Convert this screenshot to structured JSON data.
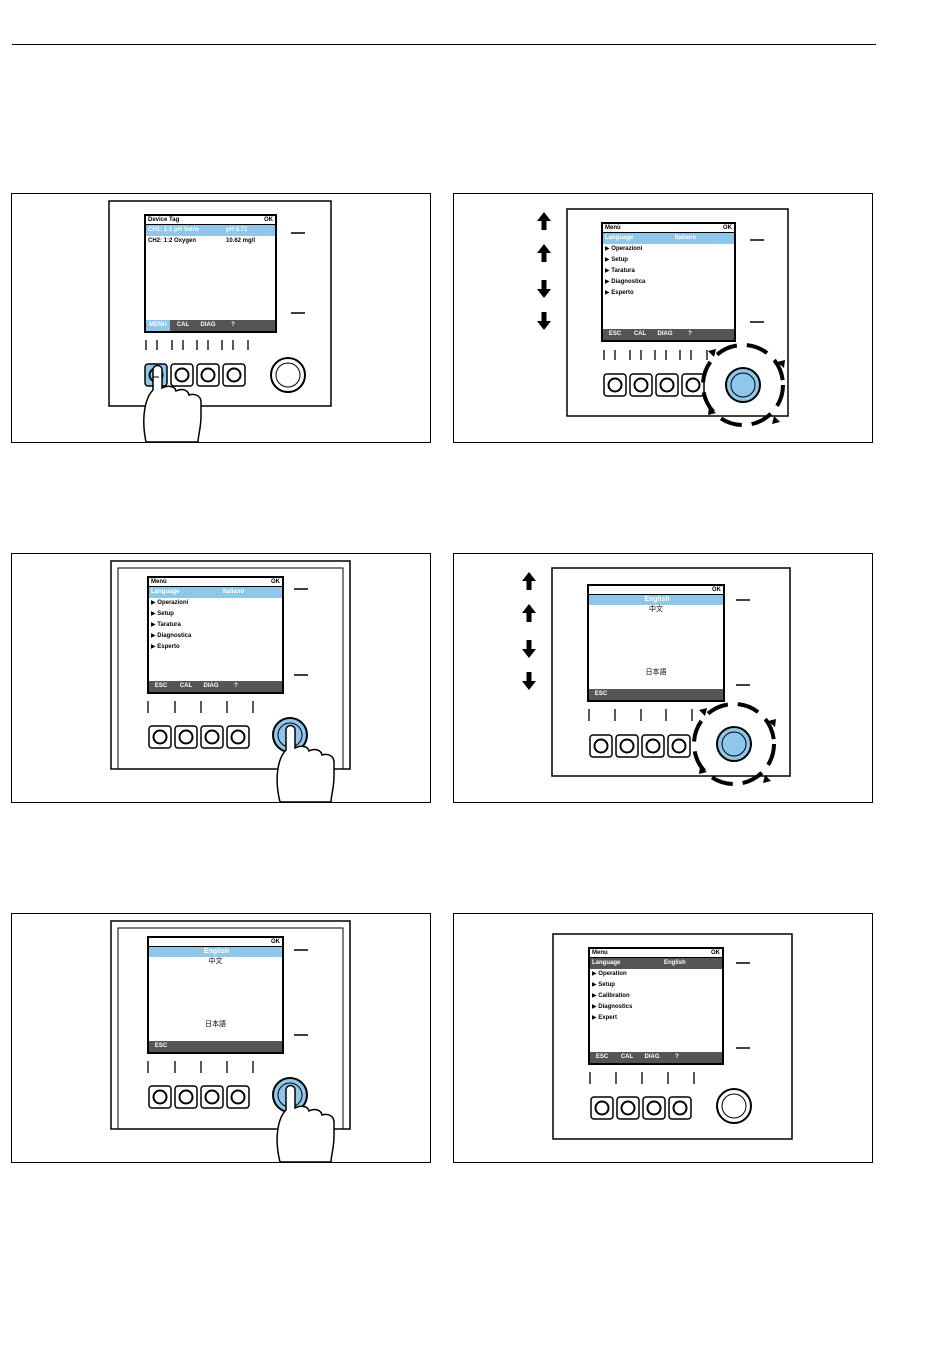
{
  "panels": [
    {
      "id": "p1",
      "lcd": {
        "header_title": "Device Tag",
        "header_status": "OK",
        "rows": [
          {
            "name": "CH1:  1:1  pH Vetro",
            "value": "pH 3.71",
            "selected": true
          },
          {
            "name": "CH2:  1:2  Oxygen",
            "value": "10.62 mg/l",
            "selected": false
          }
        ],
        "softkeys": [
          "MENU",
          "CAL",
          "DIAG",
          "?",
          ""
        ]
      }
    },
    {
      "id": "p2",
      "lcd": {
        "header_title": "Menù",
        "header_status": "OK",
        "selected_label": "Language",
        "selected_value": "Italiano",
        "items": [
          "Operazioni",
          "Setup",
          "Taratura",
          "Diagnostica",
          "Esperto"
        ],
        "softkeys": [
          "ESC",
          "CAL",
          "DIAG",
          "?",
          ""
        ]
      }
    },
    {
      "id": "p3",
      "lcd": {
        "header_title": "Menù",
        "header_status": "OK",
        "selected_label": "Language",
        "selected_value": "Italiano",
        "items": [
          "Operazioni",
          "Setup",
          "Taratura",
          "Diagnostica",
          "Esperto"
        ],
        "softkeys": [
          "ESC",
          "CAL",
          "DIAG",
          "?",
          ""
        ]
      }
    },
    {
      "id": "p4",
      "lcd": {
        "header_status": "OK",
        "selected_label": "English",
        "lang_second": "中文",
        "lang_bottom": "日本語",
        "softkeys": [
          "ESC",
          "",
          "",
          "",
          ""
        ]
      }
    },
    {
      "id": "p5",
      "lcd": {
        "header_status": "OK",
        "selected_label": "English",
        "lang_second": "中文",
        "lang_bottom": "日本語",
        "softkeys": [
          "ESC",
          "",
          "",
          "",
          ""
        ]
      }
    },
    {
      "id": "p6",
      "lcd": {
        "header_title": "Menu",
        "header_status": "OK",
        "selected_label": "Language",
        "selected_value": "English",
        "items": [
          "Operation",
          "Setup",
          "Calibration",
          "Diagnostics",
          "Expert"
        ],
        "softkeys": [
          "ESC",
          "CAL",
          "DIAG",
          "?",
          ""
        ]
      }
    }
  ],
  "colors": {
    "highlight": "#8fc7ea",
    "softkey_bar": "#555555",
    "ink": "#000000"
  }
}
